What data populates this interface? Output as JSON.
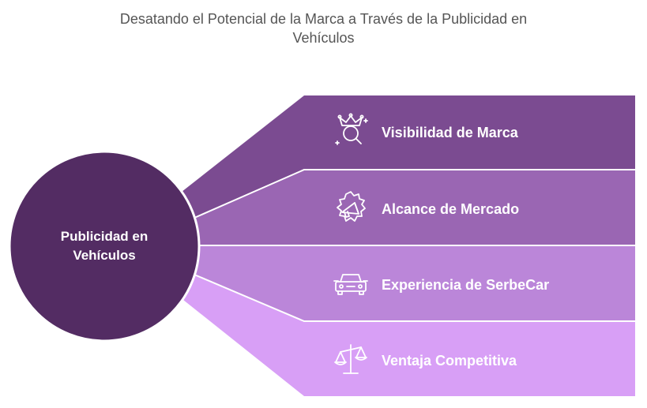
{
  "title": {
    "line1": "Desatando el Potencial de la Marca a Través de la Publicidad en",
    "line2": "Vehículos"
  },
  "center": {
    "line1": "Publicidad en",
    "line2": "Vehículos",
    "color": "#532c63"
  },
  "bands": [
    {
      "label": "Visibilidad de Marca",
      "icon": "crown-magnifier-icon",
      "color": "#7b4b91"
    },
    {
      "label": "Alcance de Mercado",
      "icon": "megaphone-badge-icon",
      "color": "#9a66b3"
    },
    {
      "label": "Experiencia de SerbeCar",
      "icon": "car-icon",
      "color": "#bb86d9"
    },
    {
      "label": "Ventaja Competitiva",
      "icon": "balance-scale-icon",
      "color": "#d89ff6"
    }
  ]
}
